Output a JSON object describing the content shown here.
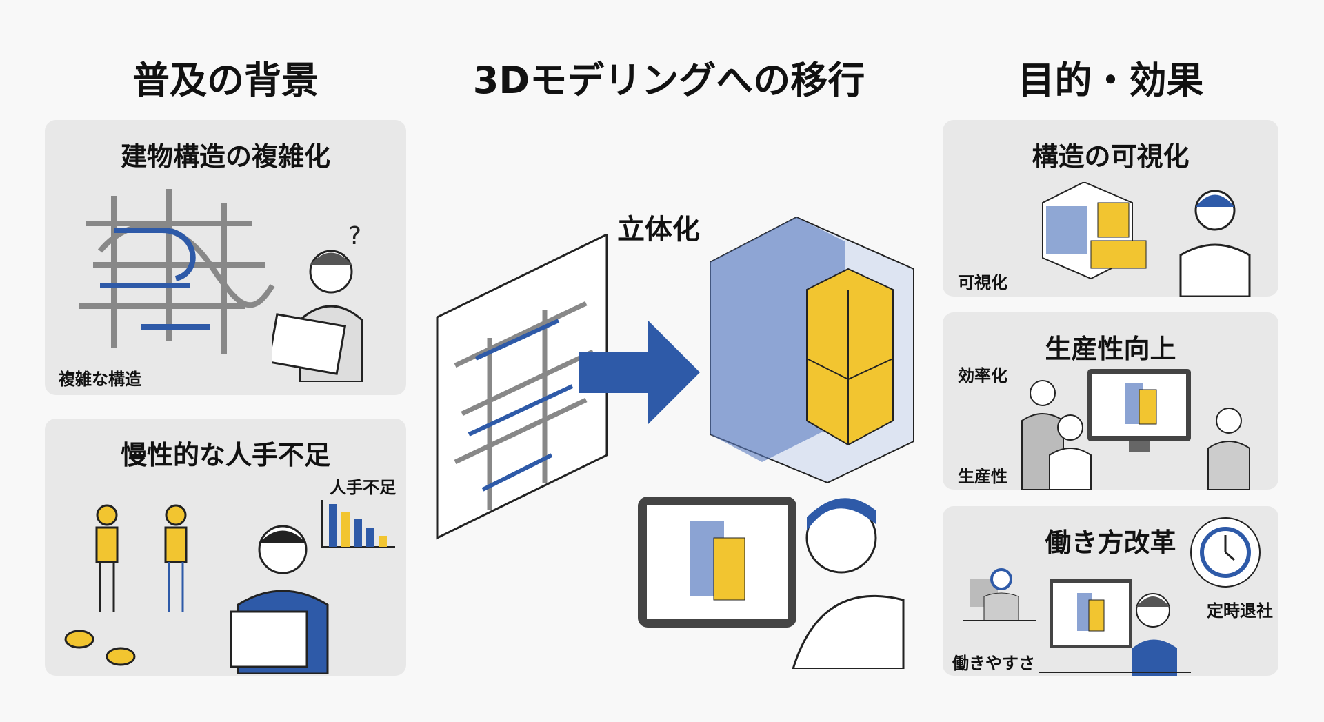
{
  "headings": {
    "background": "普及の背景",
    "transition": "3Dモデリングへの移行",
    "purpose": "目的・効果"
  },
  "left_panels": [
    {
      "title": "建物構造の複雑化",
      "label": "複雑な構造"
    },
    {
      "title": "慢性的な人手不足",
      "label": "人手不足"
    }
  ],
  "center": {
    "label": "立体化"
  },
  "right_panels": [
    {
      "title": "構造の可視化",
      "labels": [
        "可視化"
      ]
    },
    {
      "title": "生産性向上",
      "labels": [
        "効率化",
        "生産性"
      ]
    },
    {
      "title": "働き方改革",
      "labels": [
        "働きやすさ",
        "定時退社"
      ]
    }
  ],
  "colors": {
    "blue": "#2e5aa8",
    "yellow": "#f2c530",
    "panel": "#e8e8e8"
  }
}
